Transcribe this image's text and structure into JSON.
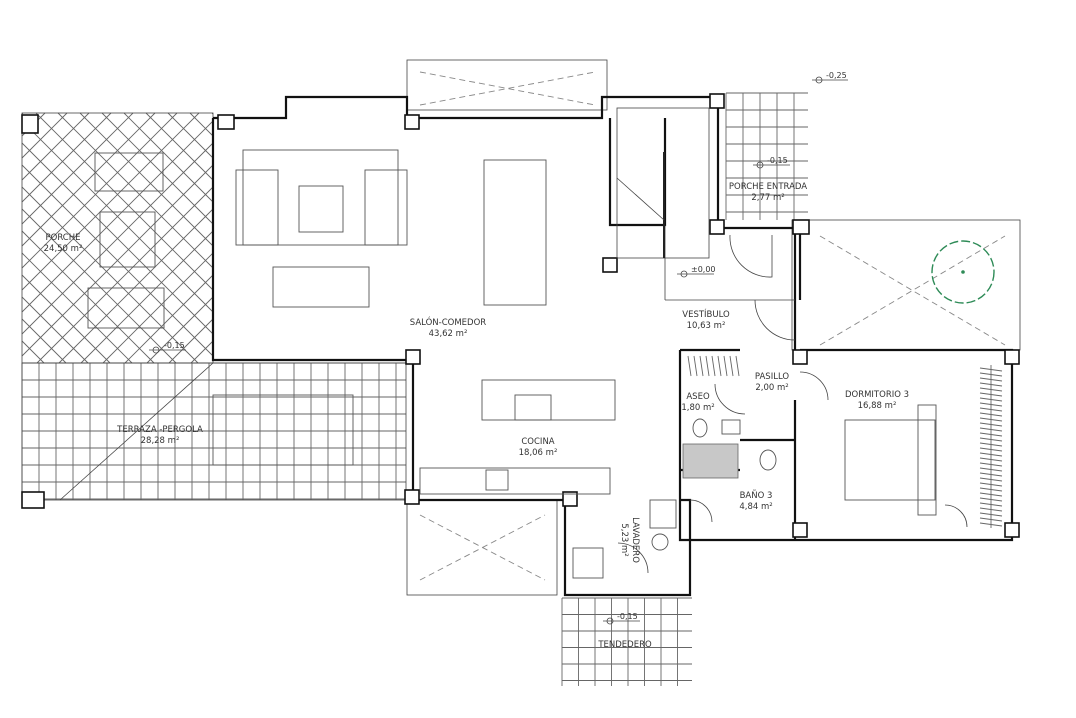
{
  "rooms": {
    "porche": {
      "name": "PORCHE",
      "area": "24,50 m²"
    },
    "salon": {
      "name": "SALÓN-COMEDOR",
      "area": "43,62 m²"
    },
    "vestibulo": {
      "name": "VESTÍBULO",
      "area": "10,63 m²"
    },
    "porche_entrada": {
      "name": "PORCHE ENTRADA",
      "area": "2,77 m²"
    },
    "pasillo": {
      "name": "PASILLO",
      "area": "2,00 m²"
    },
    "aseo": {
      "name": "ASEO",
      "area": "1,80 m²"
    },
    "dormitorio3": {
      "name": "DORMITORIO 3",
      "area": "16,88 m²"
    },
    "cocina": {
      "name": "COCINA",
      "area": "18,06 m²"
    },
    "bano3": {
      "name": "BAÑO 3",
      "area": "4,84 m²"
    },
    "terraza": {
      "name": "TERRAZA -PERGOLA",
      "area": "28,28 m²"
    },
    "lavadero": {
      "name": "LAVADERO",
      "area": "5,23 m²"
    },
    "tendedero": {
      "name": "TENDEDERO"
    }
  },
  "levels": {
    "garden": "-0,25",
    "entrance": "-0,15",
    "interior": "±0,00",
    "porche": "-0,15",
    "tendedero": "-0,15"
  },
  "colors": {
    "walls": "#111111",
    "tree": "#2e8b57",
    "shower": "#c8c8c8"
  }
}
